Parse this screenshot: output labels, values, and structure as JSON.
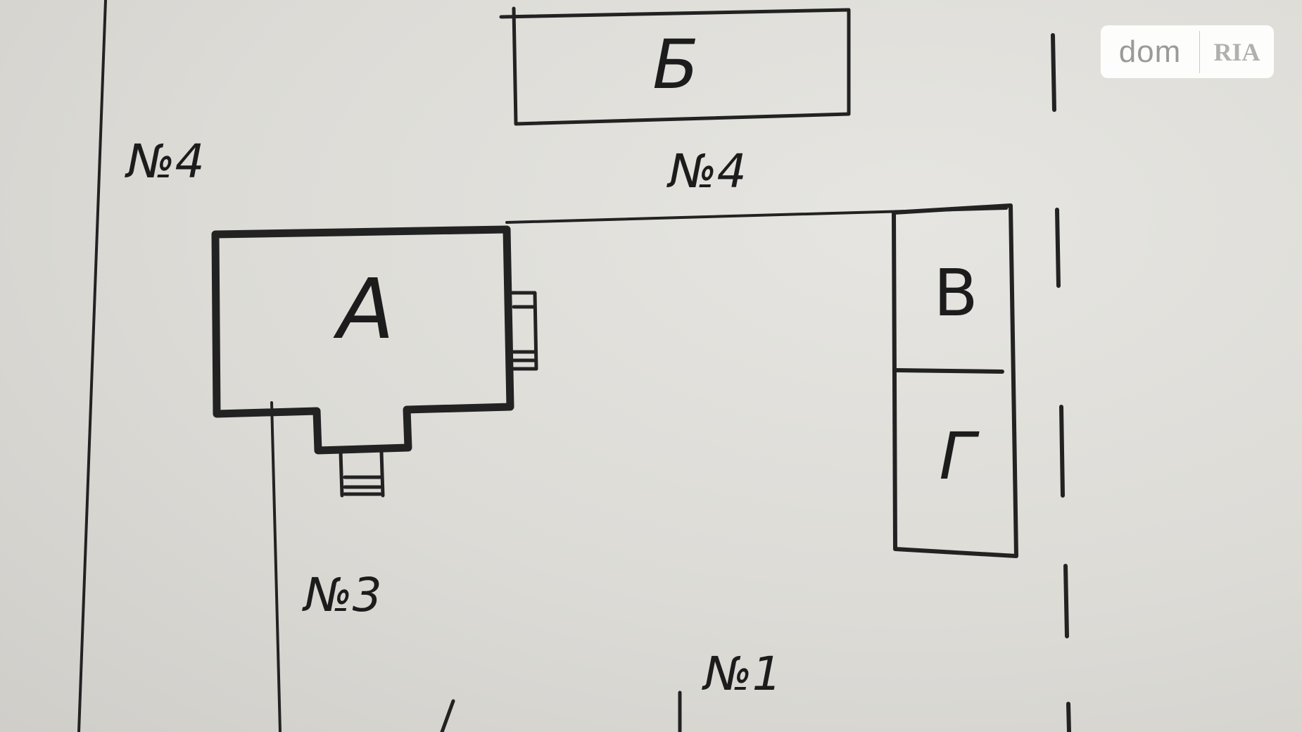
{
  "labels": {
    "building_a": "А",
    "building_b": "Б",
    "building_v": "В",
    "building_g": "Г",
    "neighbor_left": "№4",
    "neighbor_top": "№4",
    "plot_3": "№3",
    "plot_1": "№1"
  },
  "watermark": {
    "text": "dom",
    "logo": "RIA"
  },
  "colors": {
    "paper": "#dcdbd6",
    "ink": "#222222"
  }
}
